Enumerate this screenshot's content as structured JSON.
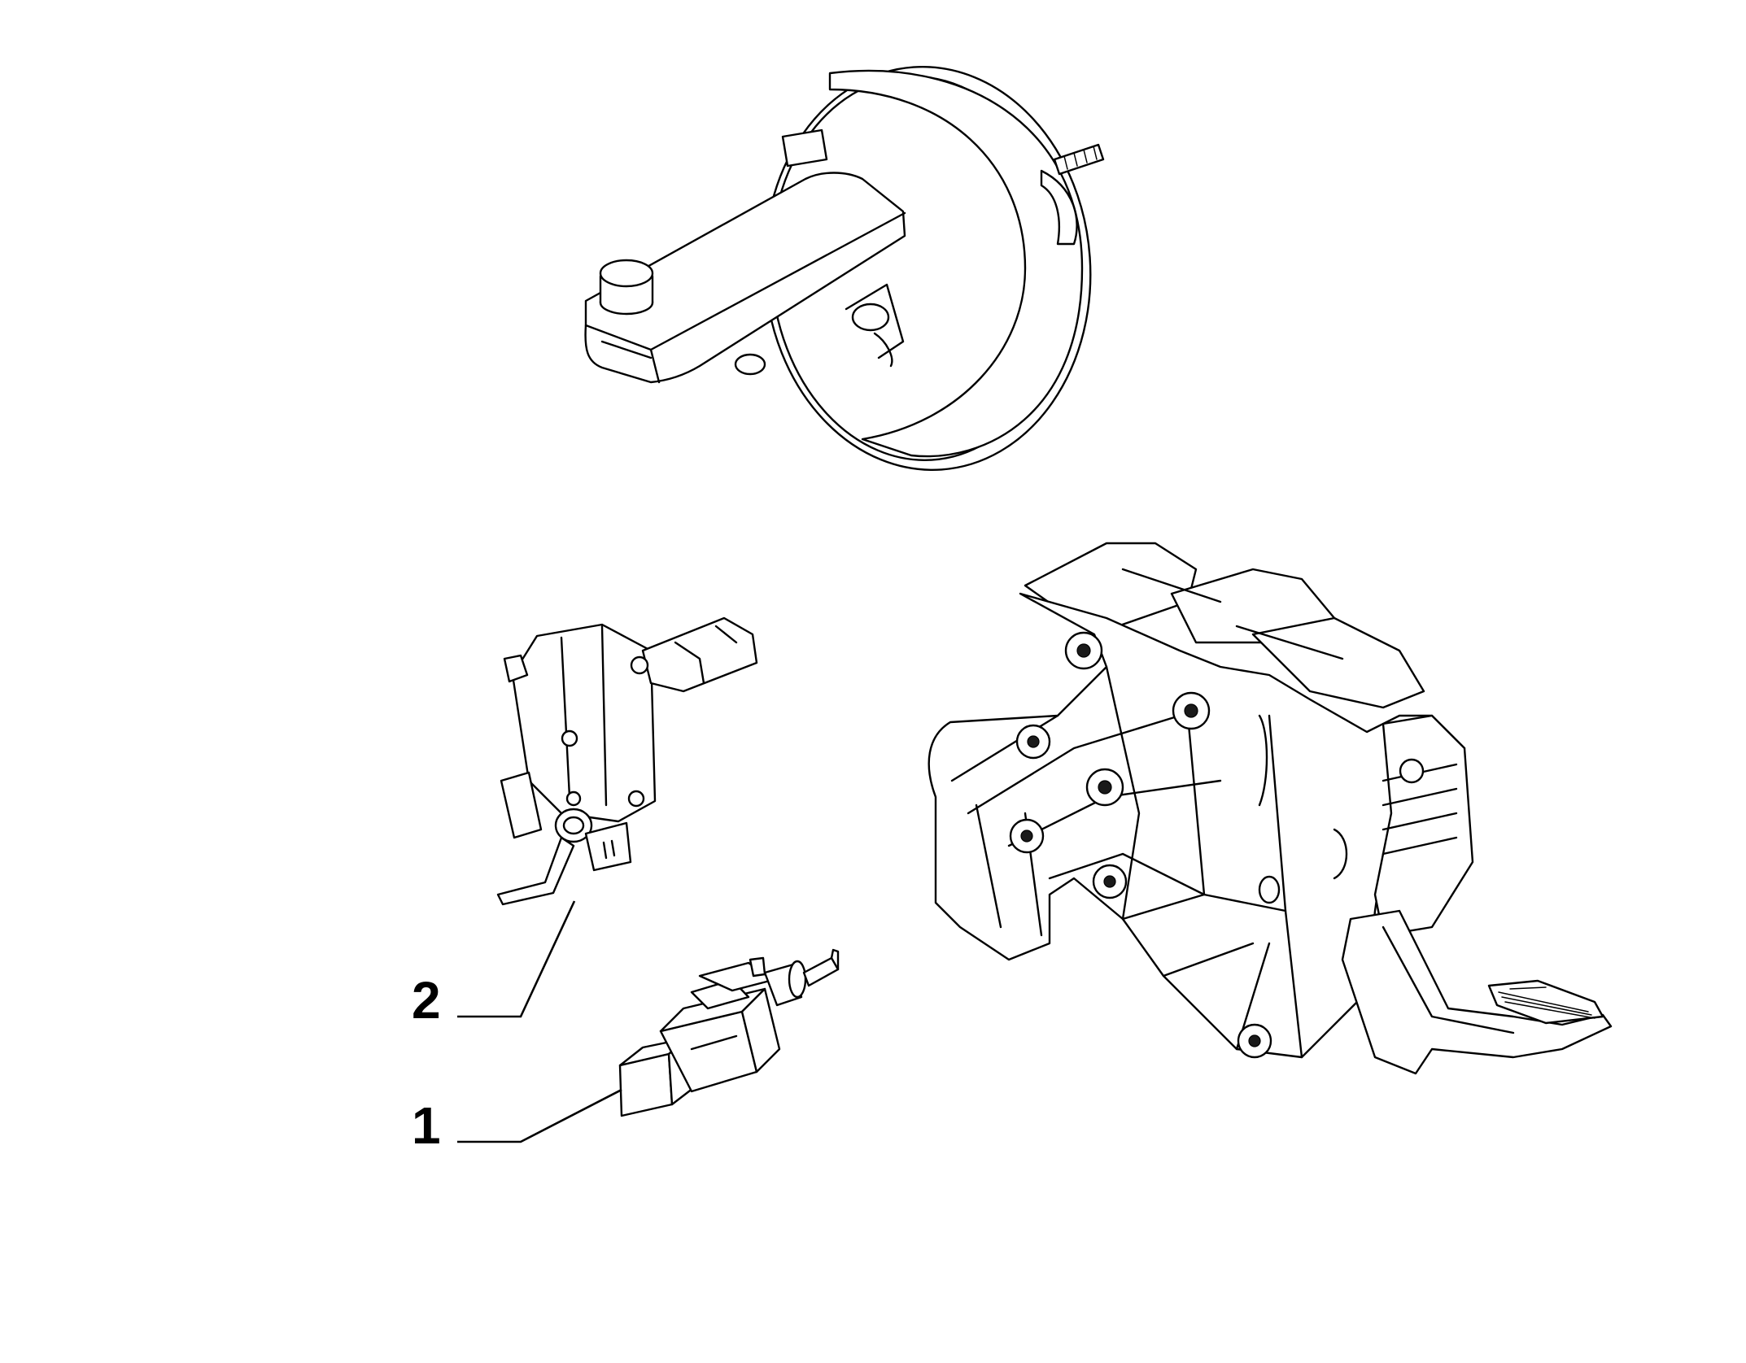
{
  "diagram": {
    "callouts": [
      {
        "id": "1",
        "label": "1",
        "part": "brake-light-switch"
      },
      {
        "id": "2",
        "label": "2",
        "part": "clutch-pedal-switch"
      }
    ],
    "parts": [
      "brake-booster-with-master-cylinder",
      "clutch-pedal-switch",
      "brake-light-switch",
      "pedal-box-assembly"
    ],
    "colors": {
      "line": "#000000",
      "background": "#ffffff"
    }
  }
}
